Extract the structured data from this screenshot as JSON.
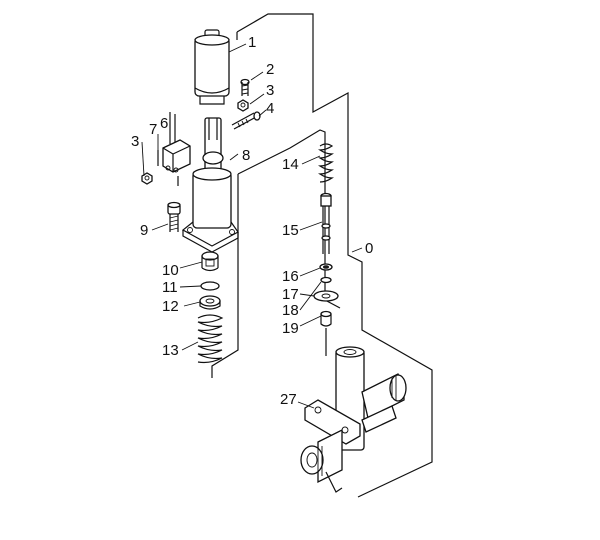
{
  "diagram": {
    "callouts": [
      "1",
      "2",
      "3",
      "4",
      "3",
      "7",
      "6",
      "8",
      "14",
      "9",
      "15",
      "0",
      "10",
      "11",
      "16",
      "17",
      "12",
      "18",
      "19",
      "13",
      "27"
    ]
  }
}
